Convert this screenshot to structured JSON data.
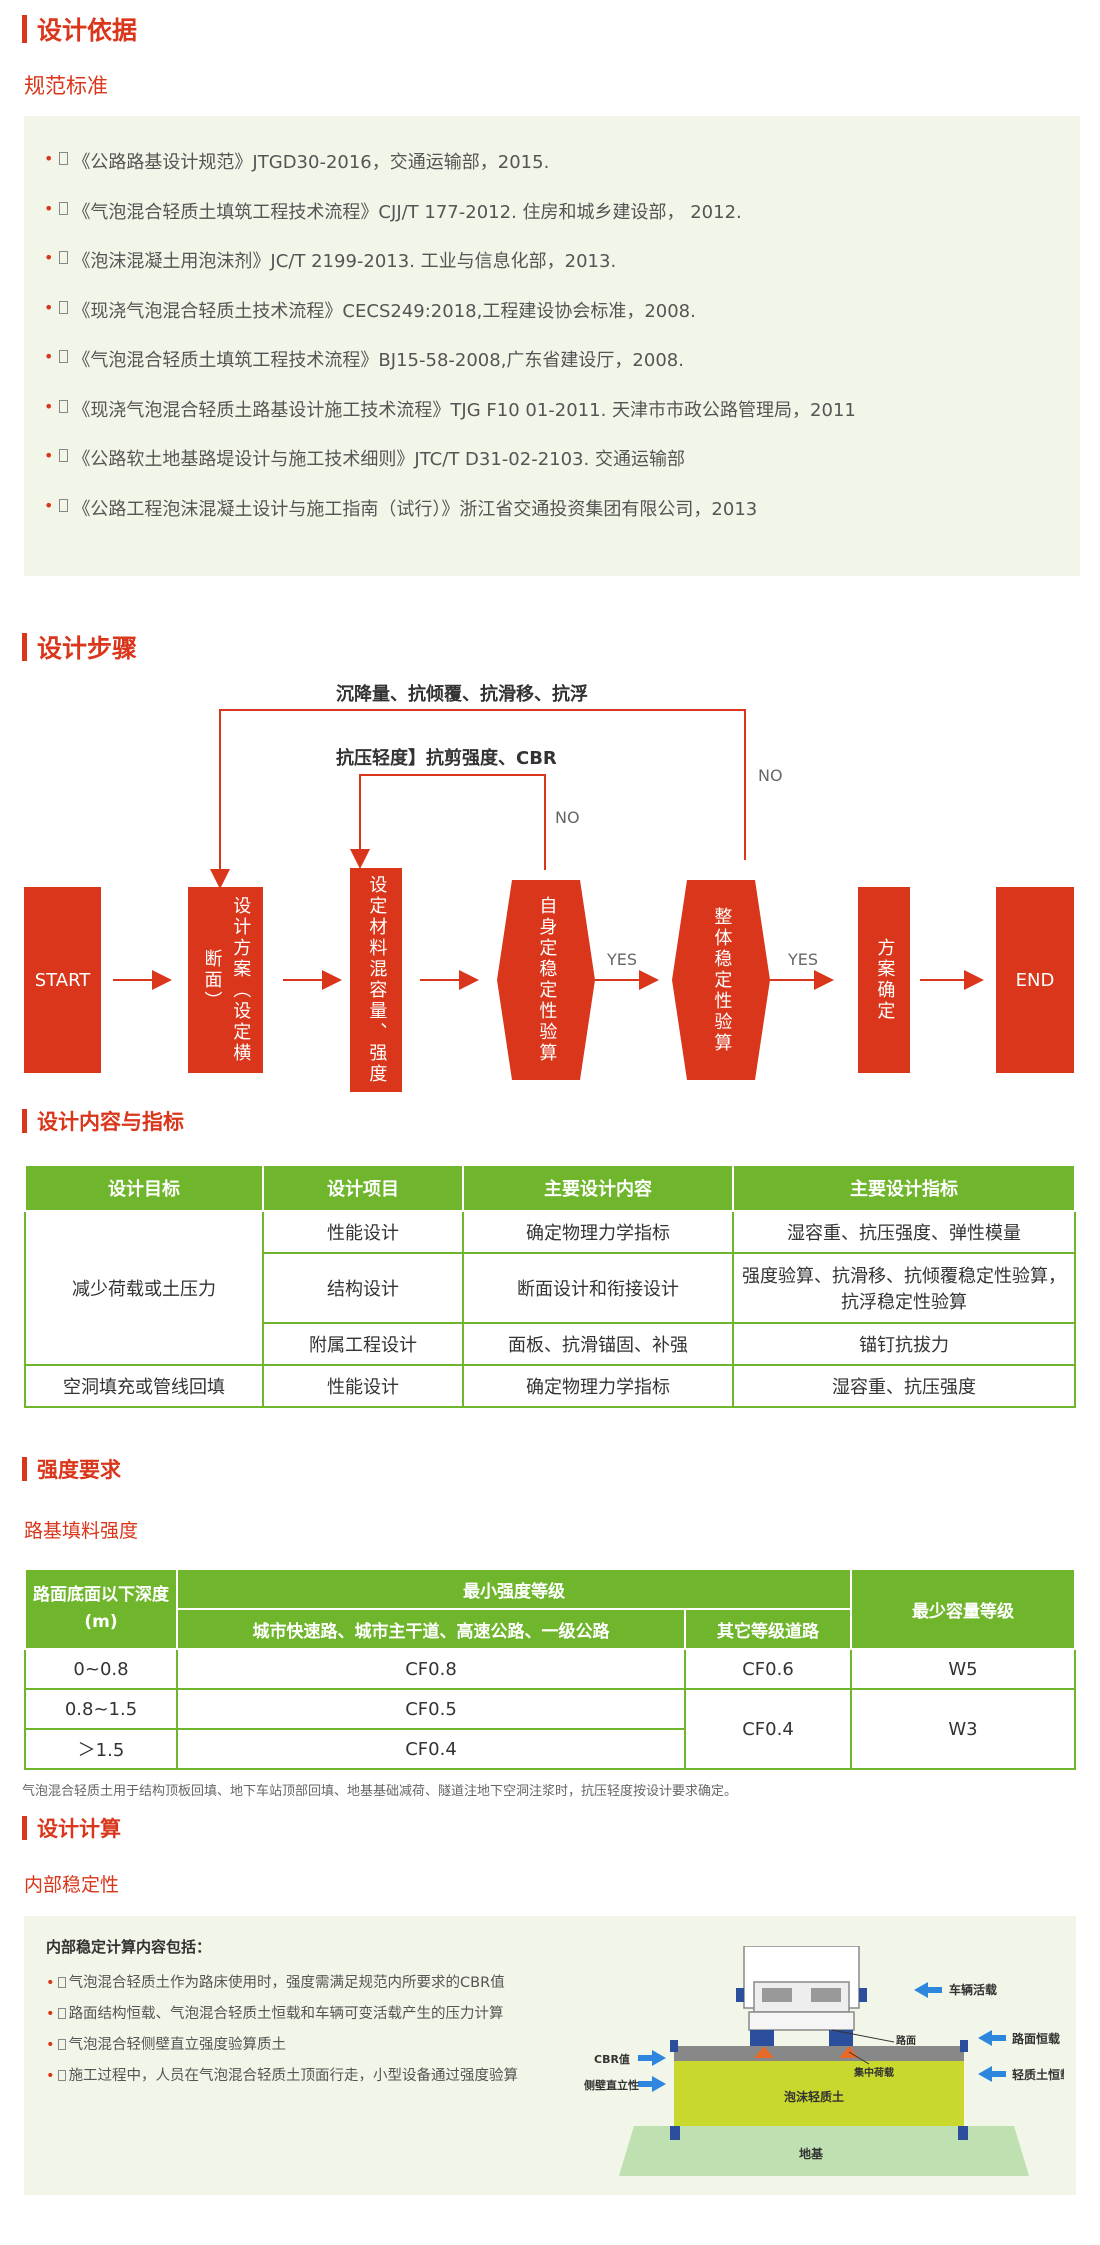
{
  "basis": {
    "title": "设计依据",
    "subtitle": "规范标准",
    "items": [
      "《公路路基设计规范》JTGD30-2016，交通运输部，2015.",
      "《气泡混合轻质土填筑工程技术流程》CJJ/T 177-2012. 住房和城乡建设部， 2012.",
      "《泡沫混凝土用泡沫剂》JC/T 2199-2013. 工业与信息化部，2013.",
      "《现浇气泡混合轻质土技术流程》CECS249:2018,工程建设协会标准，2008.",
      "《气泡混合轻质土填筑工程技术流程》BJ15-58-2008,广东省建设厅，2008.",
      "《现浇气泡混合轻质土路基设计施工技术流程》TJG F10 01-2011. 天津市市政公路管理局，2011",
      "《公路软土地基路堤设计与施工技术细则》JTC/T D31-02-2103. 交通运输部",
      "《公路工程泡沫混凝土设计与施工指南（试行）》浙江省交通投资集团有限公司，2013"
    ]
  },
  "steps": {
    "title": "设计步骤",
    "outer_loop_label": "沉降量、抗倾覆、抗滑移、抗浮",
    "inner_loop_label": "抗压轻度】抗剪强度、CBR",
    "no_label": "NO",
    "yes_label": "YES",
    "start": "START",
    "end": "END",
    "box_design_plan": "设计方案",
    "box_design_plan_sub": "（设定横断面）",
    "box_material": "设定材料混容量、强度",
    "box_self_check": "自身定稳定性验算",
    "box_overall_check": "整体稳定性验算",
    "box_confirm": "方案确定"
  },
  "content": {
    "title": "设计内容与指标",
    "headers": [
      "设计目标",
      "设计项目",
      "主要设计内容",
      "主要设计指标"
    ],
    "goal1": "减少荷载或土压力",
    "rows1": [
      [
        "性能设计",
        "确定物理力学指标",
        "湿容重、抗压强度、弹性模量"
      ],
      [
        "结构设计",
        "断面设计和衔接设计",
        "强度验算、抗滑移、抗倾覆稳定性验算，抗浮稳定性验算"
      ],
      [
        "附属工程设计",
        "面板、抗滑锚固、补强",
        "锚钉抗拔力"
      ]
    ],
    "goal2": "空洞填充或管线回填",
    "row2": [
      "性能设计",
      "确定物理力学指标",
      "湿容重、抗压强度"
    ]
  },
  "strength": {
    "title": "强度要求",
    "subtitle": "路基填料强度",
    "h_depth": "路面底面以下深度(m)",
    "h_min_grade": "最小强度等级",
    "h_city": "城市快速路、城市主干道、高速公路、一级公路",
    "h_other": "其它等级道路",
    "h_min_density": "最少容量等级",
    "rows": [
      {
        "depth": "0~0.8",
        "city": "CF0.8",
        "other": "CF0.6",
        "density": "W5"
      },
      {
        "depth": "0.8~1.5",
        "city": "CF0.5",
        "other": "CF0.4",
        "density": "W3"
      },
      {
        "depth": "＞1.5",
        "city": "CF0.4"
      }
    ],
    "note": "气泡混合轻质土用于结构顶板回填、地下车站顶部回填、地基基础减荷、隧道注地下空洞注浆时，抗压轻度按设计要求确定。"
  },
  "calc": {
    "title": "设计计算",
    "subtitle": "内部稳定性",
    "box_title": "内部稳定计算内容包括：",
    "items": [
      "气泡混合轻质土作为路床使用时，强度需满足规范内所要求的CBR值",
      "路面结构恒载、气泡混合轻质土恒载和车辆可变活载产生的压力计算",
      "气泡混合轻侧壁直立强度验算质土",
      "施工过程中，人员在气泡混合轻质土顶面行走，小型设备通过强度验算"
    ],
    "diagram": {
      "vehicle_load": "车辆活载",
      "road_surface": "路面",
      "pavement_dead_load": "路面恒载",
      "cbr": "CBR值",
      "concentrated_load": "集中荷载",
      "side_wall": "侧壁直立性",
      "foam_soil": "泡沫轻质土",
      "light_soil_dead_load": "轻质土恒载",
      "foundation": "地基"
    }
  },
  "colors": {
    "accent": "#d9361b",
    "green": "#6fb62c",
    "panel": "#f2f6e8"
  }
}
